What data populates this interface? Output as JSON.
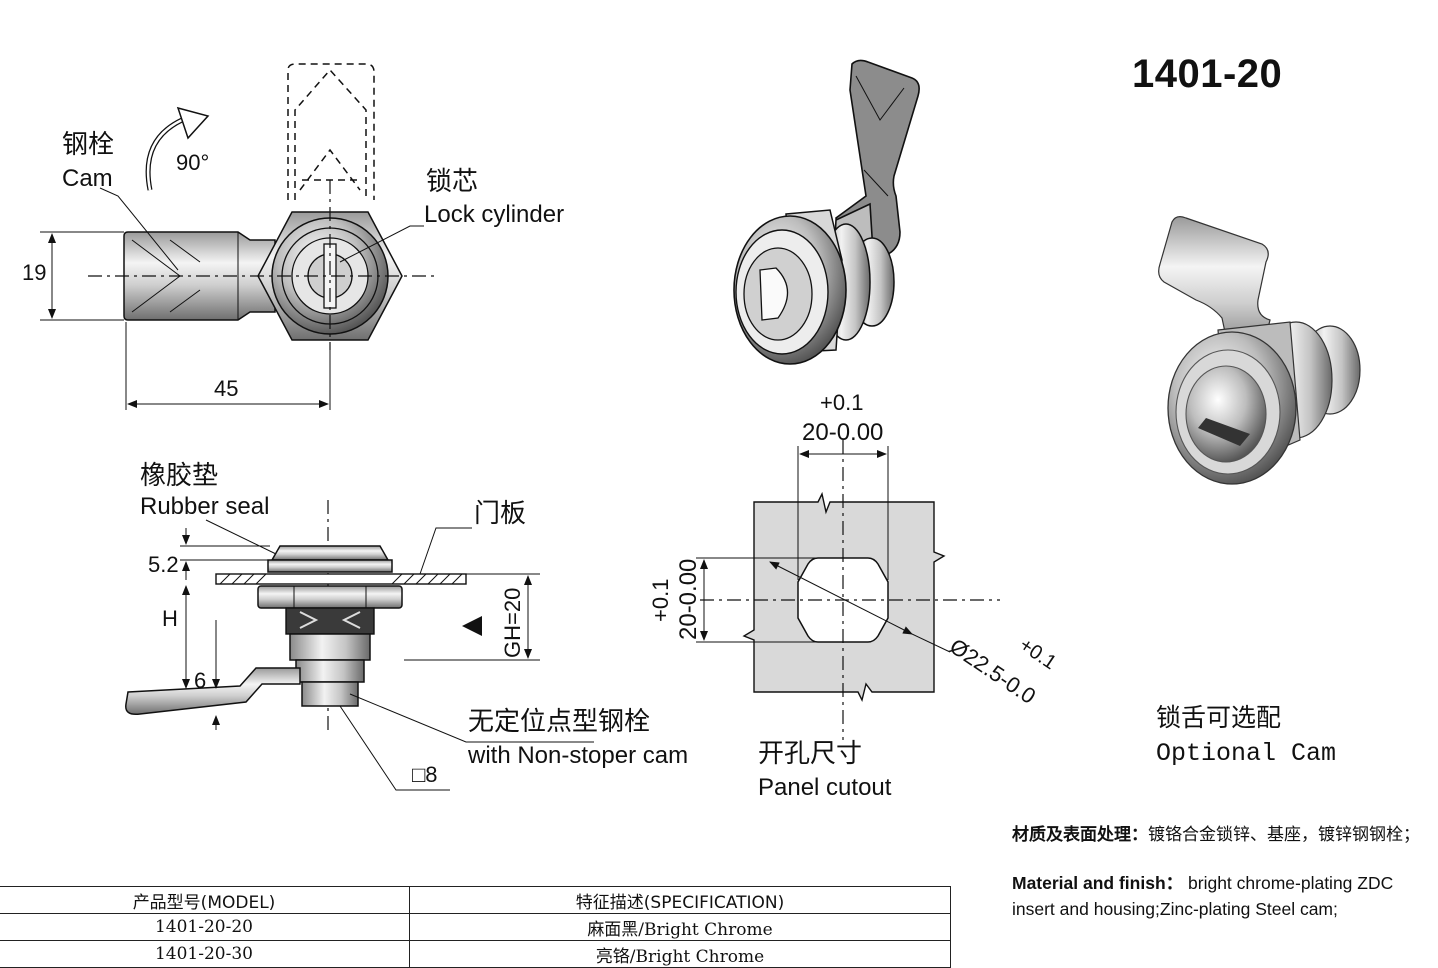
{
  "title": "1401-20",
  "top_view": {
    "cam_zh": "钢栓",
    "cam_en": "Cam",
    "rotation": "90°",
    "cylinder_zh": "锁芯",
    "cylinder_en": "Lock cylinder",
    "dim_height": "19",
    "dim_length": "45"
  },
  "side_view": {
    "seal_zh": "橡胶垫",
    "seal_en": "Rubber seal",
    "panel_zh": "门板",
    "dim_seal": "5.2",
    "dim_h": "H",
    "dim_gh": "GH=20",
    "dim_cam": "6",
    "cam_zh": "无定位点型钢栓",
    "cam_en": "with Non-stoper cam",
    "dim_square": "□8"
  },
  "cutout": {
    "tol_width_plus": "+0.1",
    "width": "20-0.00",
    "tol_height_plus": "+0.1",
    "height": "20-0.00",
    "diameter": "Ø22.5-0.0",
    "diameter_tol": "+0.1",
    "label_zh": "开孔尺寸",
    "label_en": "Panel cutout"
  },
  "optional_cam": {
    "label_zh": "锁舌可选配",
    "label_en": "Optional Cam"
  },
  "material": {
    "zh_key": "材质及表面处理：",
    "zh_value": "镀铬合金锁锌、基座，镀锌钢钢栓；",
    "en_key": "Material and finish：",
    "en_value": "bright chrome-plating ZDC insert and housing;Zinc-plating Steel cam;"
  },
  "spec_table": {
    "headers": [
      "产品型号(MODEL)",
      "特征描述(SPECIFICATION)"
    ],
    "rows": [
      [
        "1401-20-20",
        "麻面黑/Bright Chrome"
      ],
      [
        "1401-20-30",
        "亮铬/Bright Chrome"
      ]
    ]
  },
  "colors": {
    "panel_fill": "#d9d9d9",
    "metal_light": "#f2f2f2",
    "metal_dark": "#7a7a7a"
  }
}
